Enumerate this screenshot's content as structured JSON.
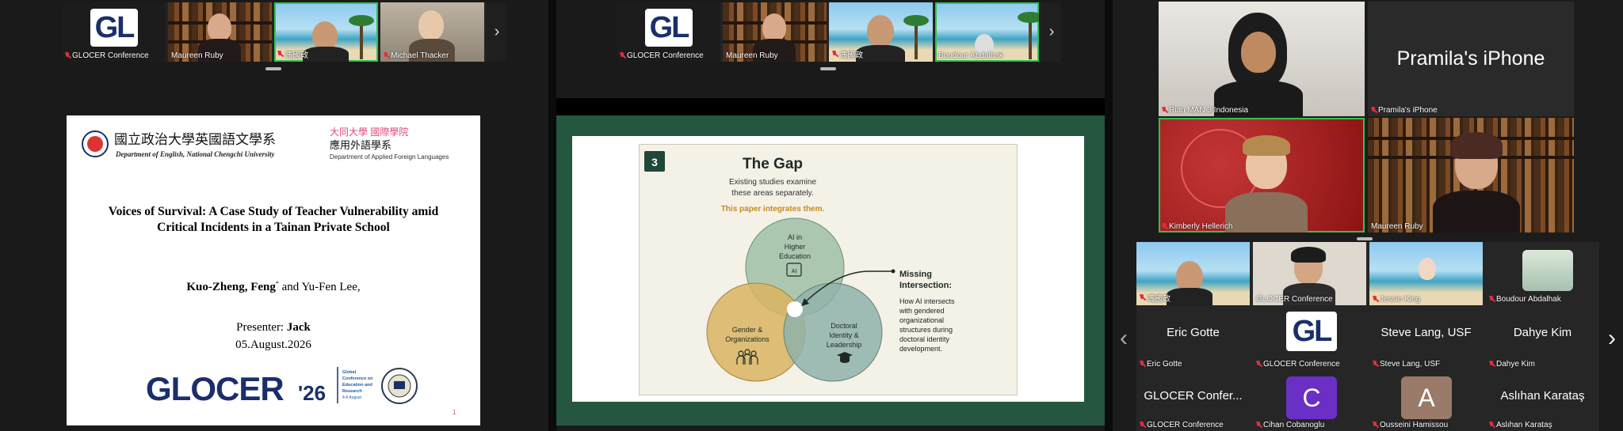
{
  "panel1": {
    "strip": {
      "tiles": [
        {
          "name": "GLOCER Conference",
          "logo": "GL"
        },
        {
          "name": "Maureen Ruby"
        },
        {
          "name": "馮國政"
        },
        {
          "name": "Michael Thacker"
        }
      ],
      "next_label": "›"
    },
    "slide": {
      "univ_name_zh": "國立政治大學英國語文學系",
      "univ_name_en": "Department of English, National Chengchi University",
      "partner_zh_top": "大同大學 國際學院",
      "partner_zh": "應用外語學系",
      "partner_en": "Department of Applied Foreign Languages",
      "title_line1": "Voices of Survival: A Case Study of Teacher Vulnerability amid",
      "title_line2": "Critical Incidents in a Tainan Private School",
      "author_main": "Kuo-Zheng, Feng",
      "author_mark": "*",
      "author_rest": " and Yu-Fen Lee,",
      "presenter_label": "Presenter: ",
      "presenter_name": "Jack",
      "date": "05.August.2026",
      "conf_logo_text": "GLOCER",
      "conf_logo_year": "'26",
      "conf_side_lines": [
        "Global",
        "Conference on",
        "Education and",
        "Research",
        "4-6 August"
      ],
      "page_no": "1",
      "colors": {
        "brand_blue": "#1a2e6b",
        "pink": "#e0457b"
      }
    }
  },
  "panel2": {
    "strip": {
      "tiles": [
        {
          "name": "GLOCER Conference",
          "logo": "GL"
        },
        {
          "name": "Maureen Ruby"
        },
        {
          "name": "馮國政"
        },
        {
          "name": "Boudour Abdalhak"
        }
      ],
      "next_label": "›"
    },
    "slide": {
      "number": "3",
      "title": "The Gap",
      "line1": "Existing studies examine",
      "line2": "these areas separately.",
      "highlight": "This paper integrates them.",
      "circle_top": [
        "AI in",
        "Higher",
        "Education"
      ],
      "circle_left": [
        "Gender &",
        "Organizations"
      ],
      "circle_right": [
        "Doctoral",
        "Identity &",
        "Leadership"
      ],
      "missing_title": [
        "Missing",
        "Intersection:"
      ],
      "missing_desc": [
        "How AI intersects",
        "with gendered",
        "organizational",
        "structures during",
        "doctoral identity",
        "development."
      ],
      "colors": {
        "green": "#9fbfa6",
        "gold": "#d9b461",
        "teal": "#8fb3aa",
        "accent": "#c98a1f"
      }
    }
  },
  "panel3": {
    "top_tiles": [
      {
        "name": "Rian MAN 3 Indonesia"
      },
      {
        "name": "Pramila's iPhone",
        "big": "Pramila's iPhone"
      },
      {
        "name": "Kimberly Hellerich"
      },
      {
        "name": "Maureen Ruby"
      }
    ],
    "gallery_row1": [
      {
        "name": "馮國政"
      },
      {
        "name": "GLOCER Conference"
      },
      {
        "name": "Jessie King"
      },
      {
        "name": "Boudour Abdalhak"
      }
    ],
    "gallery_row2": [
      {
        "name": "Eric Gotte",
        "big": "Eric Gotte"
      },
      {
        "name": "GLOCER Conference",
        "logo": "GL"
      },
      {
        "name": "Steve Lang, USF",
        "big": "Steve Lang, USF"
      },
      {
        "name": "Dahye Kim",
        "big": "Dahye Kim"
      }
    ],
    "gallery_row3": [
      {
        "name": "GLOCER Conference",
        "big": "GLOCER Confer..."
      },
      {
        "name": "Cihan Cobanoglu",
        "avatar": "C"
      },
      {
        "name": "Ousseini Hamissou",
        "avatar": "A"
      },
      {
        "name": "Aslıhan Karataş",
        "big": "Aslıhan Karataş"
      }
    ],
    "prev_label": "‹",
    "next_label": "›"
  }
}
